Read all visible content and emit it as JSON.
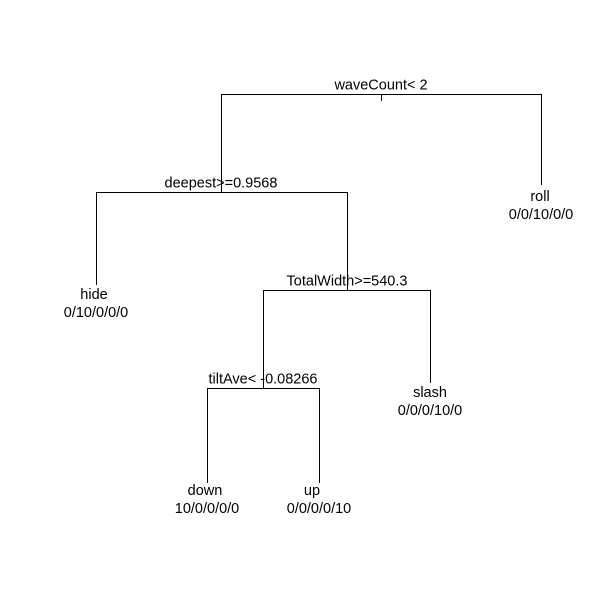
{
  "tree": {
    "root_split": "waveCount< 2",
    "split_deepest": "deepest>=0.9568",
    "split_totalwidth": "TotalWidth>=540.3",
    "split_tiltave": "tiltAve< -0.08266",
    "leaves": {
      "roll": {
        "label": "roll",
        "counts": "0/0/10/0/0"
      },
      "hide": {
        "label": "hide",
        "counts": "0/10/0/0/0"
      },
      "slash": {
        "label": "slash",
        "counts": "0/0/0/10/0"
      },
      "down": {
        "label": "down",
        "counts": "10/0/0/0/0"
      },
      "up": {
        "label": "up",
        "counts": "0/0/0/0/10"
      }
    }
  }
}
